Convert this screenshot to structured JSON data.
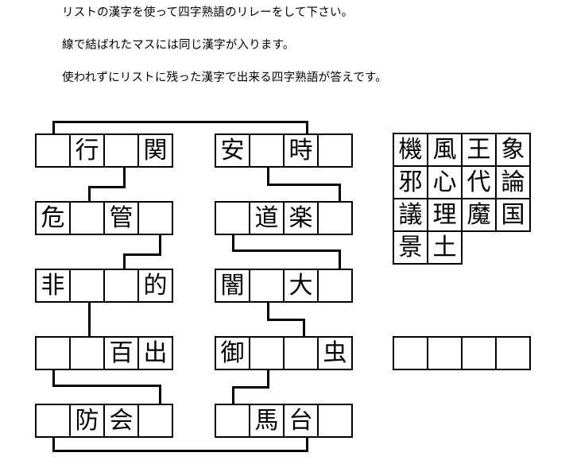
{
  "instructions": [
    "リストの漢字を使って四字熟語のリレーをして下さい。",
    "線で結ばれたマスには同じ漢字が入ります。",
    "使われずにリストに残った漢字で出来る四字熟語が答えです。"
  ],
  "puzzle": {
    "left_column": {
      "rows": [
        {
          "cells": [
            "",
            "行",
            "",
            "関"
          ]
        },
        {
          "cells": [
            "危",
            "",
            "管",
            ""
          ]
        },
        {
          "cells": [
            "非",
            "",
            "",
            "的"
          ]
        },
        {
          "cells": [
            "",
            "",
            "百",
            "出"
          ]
        },
        {
          "cells": [
            "",
            "防",
            "会",
            ""
          ]
        }
      ]
    },
    "right_column": {
      "rows": [
        {
          "cells": [
            "安",
            "",
            "時",
            ""
          ]
        },
        {
          "cells": [
            "",
            "道",
            "楽",
            ""
          ]
        },
        {
          "cells": [
            "闇",
            "",
            "大",
            ""
          ]
        },
        {
          "cells": [
            "御",
            "",
            "",
            "虫"
          ]
        },
        {
          "cells": [
            "",
            "馬",
            "台",
            ""
          ]
        }
      ]
    },
    "connectors": [
      {
        "name": "top-bridge",
        "from": "left-r1c1",
        "to": "right-r1c4"
      },
      {
        "name": "left-r1c3-to-r2c2",
        "from": "left-r1c3",
        "to": "left-r2c2"
      },
      {
        "name": "left-r2c4-to-r3c3",
        "from": "left-r2c4",
        "to": "left-r3c3"
      },
      {
        "name": "left-r3c2-to-r4c2",
        "from": "left-r3c2",
        "to": "left-r4c2"
      },
      {
        "name": "left-r4c1-to-r5c4",
        "from": "left-r4c1",
        "to": "left-r5c4"
      },
      {
        "name": "right-r1c2-to-r2c4",
        "from": "right-r1c2",
        "to": "right-r2c4"
      },
      {
        "name": "right-r2c1-to-r3c4",
        "from": "right-r2c1",
        "to": "right-r3c4"
      },
      {
        "name": "right-r3c2-to-r4c2",
        "from": "right-r3c2",
        "to": "right-r4c2"
      },
      {
        "name": "right-r4c2-to-r5c1",
        "from": "right-r4c2",
        "to": "right-r5c1"
      },
      {
        "name": "bottom-bridge",
        "from": "left-r5c1",
        "to": "right-r5c4"
      }
    ]
  },
  "kanji_list": {
    "rows": [
      [
        "機",
        "風",
        "王",
        "象"
      ],
      [
        "邪",
        "心",
        "代",
        "論"
      ],
      [
        "議",
        "理",
        "魔",
        "国"
      ],
      [
        "景",
        "土",
        "",
        ""
      ]
    ]
  },
  "answer_box": {
    "cells": [
      "",
      "",
      "",
      ""
    ]
  },
  "colors": {
    "ink": "#000000",
    "paper": "#ffffff"
  }
}
